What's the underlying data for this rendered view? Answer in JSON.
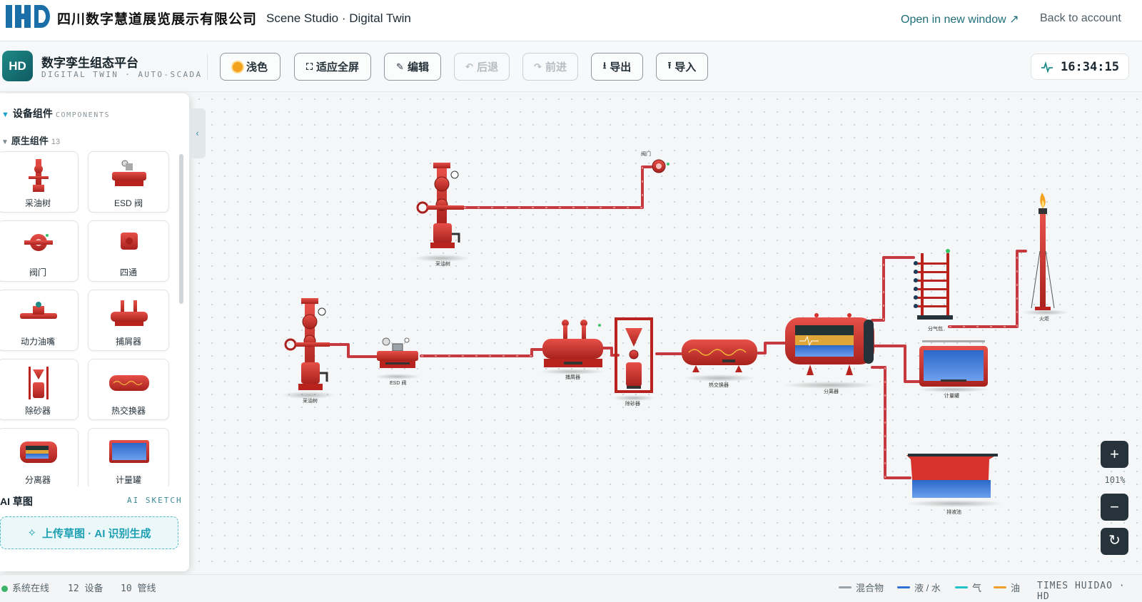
{
  "topbar": {
    "company": "四川数字慧道展览展示有限公司",
    "studio": "Scene Studio · Digital Twin",
    "open_new_window": "Open in new window ↗",
    "back_to_account": "Back to account"
  },
  "header": {
    "badge": "HD",
    "title": "数字孪生组态平台",
    "subtitle": "DIGITAL TWIN · AUTO-SCADA",
    "buttons": {
      "theme": "浅色",
      "fullscreen": "适应全屏",
      "edit": "编辑",
      "undo": "后退",
      "redo": "前进",
      "export": "导出",
      "import": "导入"
    },
    "clock": "16:34:15"
  },
  "panel": {
    "section_title": "设备组件",
    "section_title_en": "COMPONENTS",
    "group_title": "原生组件",
    "group_count": "13",
    "components": [
      "采油树",
      "ESD 阀",
      "阀门",
      "四通",
      "动力油嘴",
      "捕屑器",
      "除砂器",
      "热交换器",
      "分离器",
      "计量罐"
    ],
    "ai_title": "AI 草图",
    "ai_title_en": "AI SKETCH",
    "ai_button": "上传草图 · AI 识别生成"
  },
  "diagram": {
    "labels": {
      "valve": "阀门",
      "tree_top": "采油树",
      "tree_main": "采油树",
      "esd": "ESD 阀",
      "catcher": "捕屑器",
      "desander": "除砂器",
      "heat_ex": "热交换器",
      "separator": "分离器",
      "gas_manifold": "分气包",
      "flare": "火炬",
      "meter": "计量罐",
      "drain": "排液池"
    }
  },
  "zoom": {
    "value": "101%"
  },
  "status": {
    "online": "系统在线",
    "devices": "12 设备",
    "pipes": "10 管线",
    "legend": [
      {
        "label": "混合物",
        "color": "#9aa3a9"
      },
      {
        "label": "液 / 水",
        "color": "#2f6fd6"
      },
      {
        "label": "气",
        "color": "#22c2c9"
      },
      {
        "label": "油",
        "color": "#f0a02a"
      }
    ],
    "brand": "TIMES HUIDAO · HD"
  },
  "colors": {
    "equipment": "#d7322c",
    "pipe": "#c63a3f",
    "accent": "#1f8a86"
  }
}
